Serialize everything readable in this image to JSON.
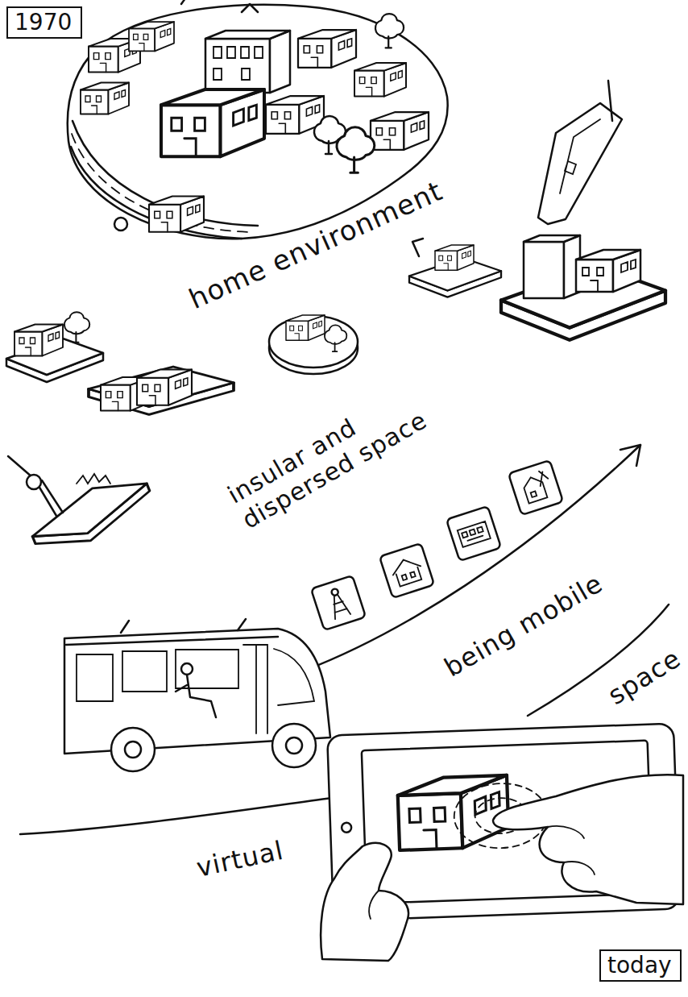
{
  "diagram": {
    "nodes": [
      {
        "text": [
          "1970"
        ]
      },
      {
        "text": [
          "today"
        ]
      }
    ],
    "labels": [
      "home environment",
      "insular and dispersed space",
      "being mobile",
      "virtual",
      "space"
    ]
  }
}
